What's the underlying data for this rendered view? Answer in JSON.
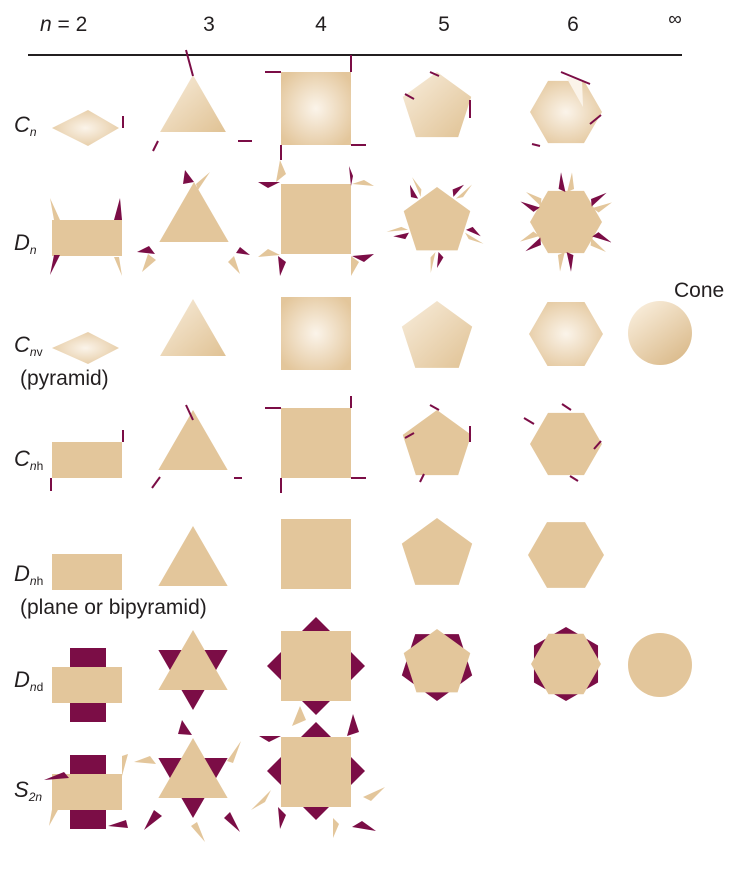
{
  "header": {
    "n_prefix": "n",
    "n_equals": " = ",
    "columns": [
      "2",
      "3",
      "4",
      "5",
      "6",
      "∞"
    ]
  },
  "rows": [
    {
      "symbol": "C",
      "sub_italic": "n",
      "sub_upright": "",
      "note": ""
    },
    {
      "symbol": "D",
      "sub_italic": "n",
      "sub_upright": "",
      "note": ""
    },
    {
      "symbol": "C",
      "sub_italic": "n",
      "sub_upright": "v",
      "note": "(pyramid)"
    },
    {
      "symbol": "C",
      "sub_italic": "n",
      "sub_upright": "h",
      "note": ""
    },
    {
      "symbol": "D",
      "sub_italic": "n",
      "sub_upright": "h",
      "note": "(plane or bipyramid)"
    },
    {
      "symbol": "D",
      "sub_italic": "n",
      "sub_upright": "d",
      "note": ""
    },
    {
      "symbol": "S",
      "sub_italic": "2n",
      "sub_upright": "",
      "note": ""
    }
  ],
  "labels": {
    "cone": "Cone"
  },
  "colors": {
    "face": "#e3c69b",
    "face_light": "#f8eddc",
    "accent": "#7b0d46",
    "text": "#231f20"
  }
}
